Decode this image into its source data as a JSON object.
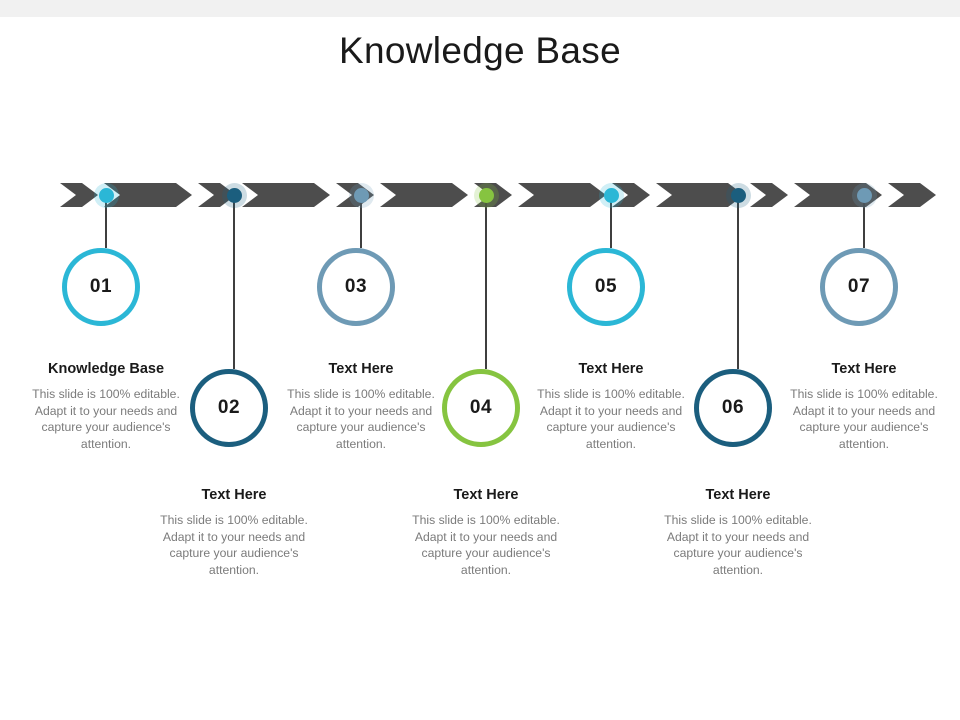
{
  "slide": {
    "title": "Knowledge Base",
    "background": "#ffffff",
    "top_band_color": "#f1f1f1"
  },
  "palette": {
    "cyan": "#2bb7d6",
    "dark_teal": "#1b5e7e",
    "steel_blue": "#6e9ab5",
    "green": "#86c440",
    "chevron_gray": "#4d4d4d",
    "connector_gray": "#3f3f3f",
    "heading": "#1a1a1a",
    "body_text": "#7b7b7b"
  },
  "body_text": "This slide is 100% editable. Adapt it to your needs and capture your audience's attention.",
  "steps": [
    {
      "number": "01",
      "heading": "Knowledge Base",
      "body": "This slide is 100% editable. Adapt it to your needs and capture your audience's attention.",
      "color": "#2bb7d6",
      "row": "top"
    },
    {
      "number": "02",
      "heading": "Text Here",
      "body": "This slide is 100% editable. Adapt it to your needs and capture your audience's attention.",
      "color": "#1b5e7e",
      "row": "bottom"
    },
    {
      "number": "03",
      "heading": "Text Here",
      "body": "This slide is 100% editable. Adapt it to your needs and capture your audience's attention.",
      "color": "#6e9ab5",
      "row": "top"
    },
    {
      "number": "04",
      "heading": "Text Here",
      "body": "This slide is 100% editable. Adapt it to your needs and capture your audience's attention.",
      "color": "#86c440",
      "row": "bottom"
    },
    {
      "number": "05",
      "heading": "Text Here",
      "body": "This slide is 100% editable. Adapt it to your needs and capture your audience's attention.",
      "color": "#2bb7d6",
      "row": "top"
    },
    {
      "number": "06",
      "heading": "Text Here",
      "body": "This slide is 100% editable. Adapt it to your needs and capture your audience's attention.",
      "color": "#1b5e7e",
      "row": "bottom"
    },
    {
      "number": "07",
      "heading": "Text Here",
      "body": "This slide is 100% editable. Adapt it to your needs and capture your audience's attention.",
      "color": "#6e9ab5",
      "row": "top"
    }
  ]
}
